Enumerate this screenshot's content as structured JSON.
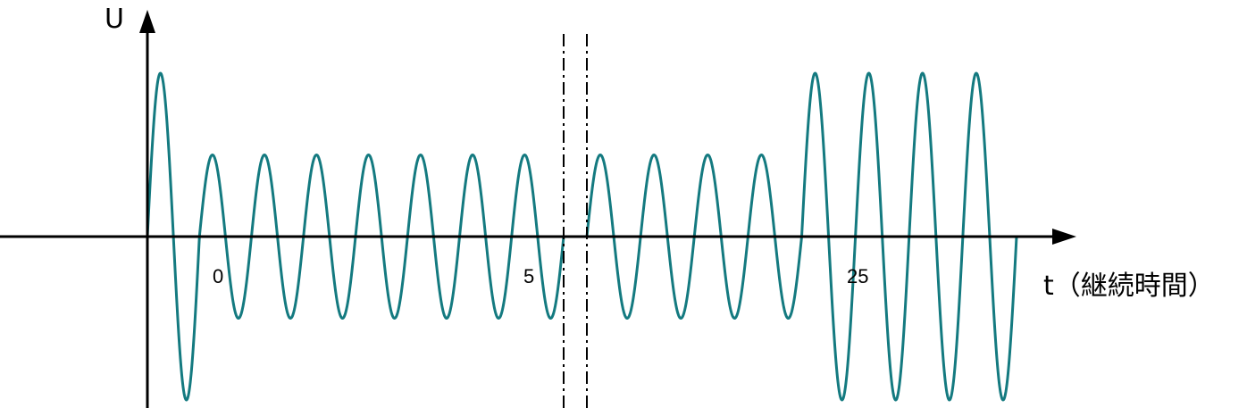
{
  "chart_data": {
    "type": "line",
    "ylabel": "U",
    "xlabel": "t（継続時間）",
    "tick_labels": [
      "0",
      "5",
      "25"
    ],
    "grid": false,
    "legend": "none",
    "colors": {
      "series": "#147a80",
      "axes": "#000000"
    },
    "series": [
      {
        "segments": [
          {
            "cycles": [
              1.0,
              0.5,
              0.5,
              0.5,
              0.5,
              0.5,
              0.5,
              0.5
            ]
          },
          {
            "cycles": [
              0.5,
              0.5,
              0.5,
              0.5,
              1.0,
              1.0,
              1.0,
              1.0
            ]
          }
        ]
      }
    ],
    "break_marker": "dash-dot vertical pair between segments"
  }
}
